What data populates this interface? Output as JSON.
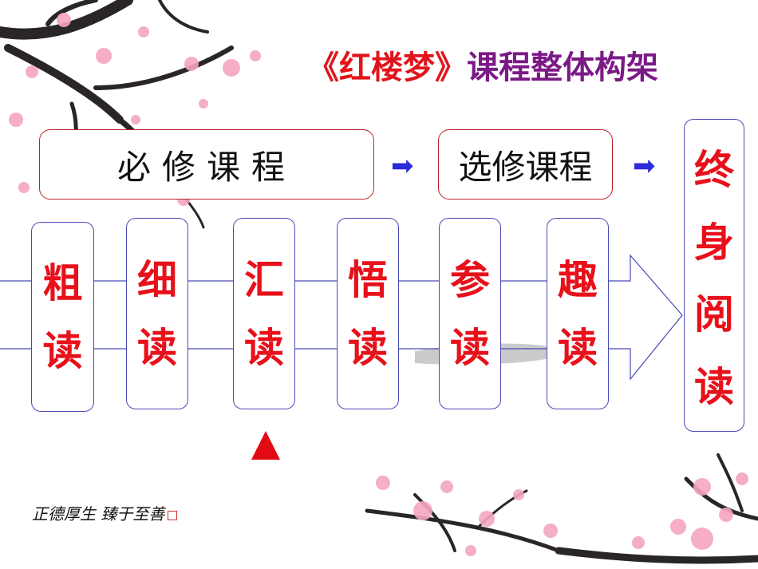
{
  "title": {
    "bracket_open": "《",
    "book": "红楼梦",
    "bracket_close": "》",
    "rest": "课程整体构架"
  },
  "required_course": "必修课程",
  "elective_course": "选修课程",
  "lifelong_reading": [
    "终",
    "身",
    "阅",
    "读"
  ],
  "reading_stages": [
    {
      "top": "粗",
      "bottom": "读"
    },
    {
      "top": "细",
      "bottom": "读"
    },
    {
      "top": "汇",
      "bottom": "读"
    },
    {
      "top": "悟",
      "bottom": "读"
    },
    {
      "top": "参",
      "bottom": "读"
    },
    {
      "top": "趣",
      "bottom": "读"
    }
  ],
  "arrow_glyph": "➡",
  "motto": "正德厚生  臻于至善",
  "colors": {
    "title_red": "#e0151b",
    "title_purple": "#7b1a86",
    "stage_text_red": "#e8101a",
    "box_border_red": "#c0202a",
    "box_border_blue": "#4a4ab8",
    "blue_arrow": "#2b2bd9",
    "marker_red": "#e20a14",
    "blossom_pink": "#f4a6c0",
    "branch_dark": "#2a2526"
  },
  "icons": {
    "flow_arrow": "right-arrow-icon",
    "position_marker": "up-triangle-icon"
  }
}
